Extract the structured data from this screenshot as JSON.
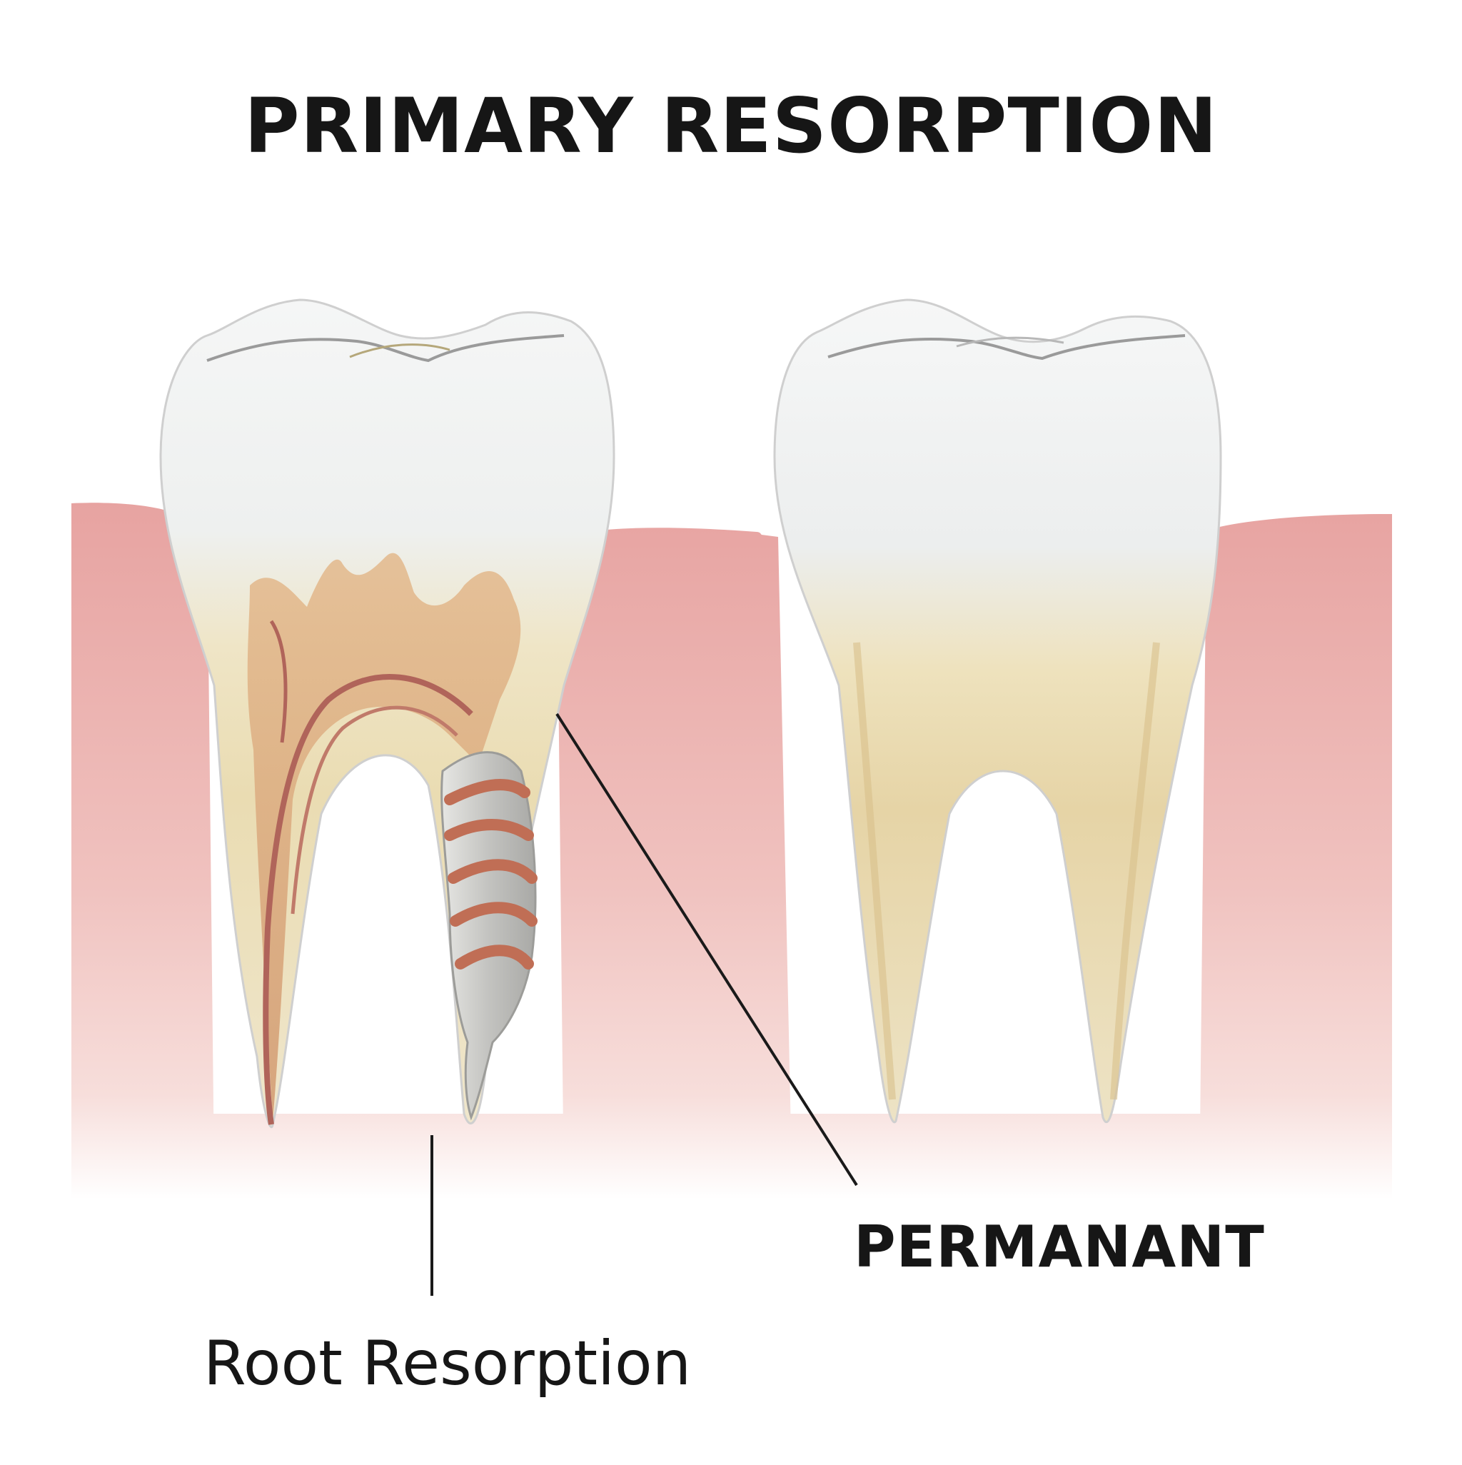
{
  "title": "PRIMARY RESORPTION",
  "labels": {
    "permanent": "PERMANANT",
    "root_resorption": "Root Resorption"
  },
  "colors": {
    "gum": "#e8a4a2",
    "gum_light": "#f6dcd8",
    "enamel": "#eef0f0",
    "dentin": "#ecdcb0",
    "pulp": "#d9a27a",
    "nerve": "#b0645a",
    "resorbing_tissue": "#c9c9c6",
    "leader_line": "#1a1a1a"
  }
}
